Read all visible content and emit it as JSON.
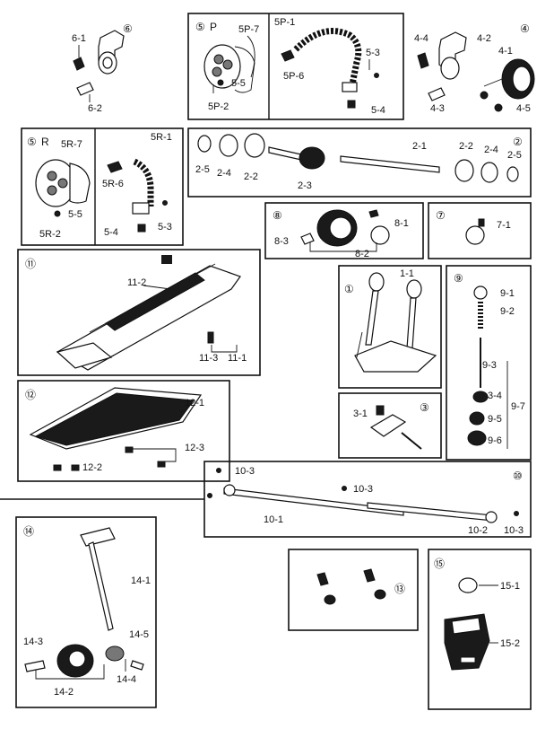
{
  "sections": [
    {
      "id": "s6",
      "num": "⑥",
      "labels": [
        "6-1",
        "6-2"
      ]
    },
    {
      "id": "s5p",
      "num": "⑤",
      "suffix": "P",
      "labels": [
        "5P-7",
        "5P-1",
        "5-5",
        "5P-2",
        "5P-6",
        "5-3",
        "5-4"
      ]
    },
    {
      "id": "s4",
      "num": "④",
      "labels": [
        "4-4",
        "4-2",
        "4-1",
        "4-3",
        "4-5"
      ]
    },
    {
      "id": "s5r",
      "num": "⑤",
      "suffix": "R",
      "labels": [
        "5R-7",
        "5R-1",
        "5R-6",
        "5-5",
        "5R-2",
        "5-4",
        "5-3"
      ]
    },
    {
      "id": "s2",
      "num": "②",
      "labels": [
        "2-5",
        "2-4",
        "2-2",
        "2-3",
        "2-1",
        "2-2",
        "2-4",
        "2-5"
      ]
    },
    {
      "id": "s8",
      "num": "⑧",
      "labels": [
        "8-1",
        "8-3",
        "8-2"
      ]
    },
    {
      "id": "s7",
      "num": "⑦",
      "labels": [
        "7-1"
      ]
    },
    {
      "id": "s11",
      "num": "⑪",
      "labels": [
        "11-2",
        "11-3",
        "11-1"
      ]
    },
    {
      "id": "s1",
      "num": "①",
      "labels": [
        "1-1"
      ]
    },
    {
      "id": "s9",
      "num": "⑨",
      "labels": [
        "9-1",
        "9-2",
        "9-3",
        "3-4",
        "9-7",
        "9-5",
        "9-6"
      ]
    },
    {
      "id": "s3",
      "num": "③",
      "labels": [
        "3-1"
      ]
    },
    {
      "id": "s12",
      "num": "⑫",
      "labels": [
        "12-1",
        "12-3",
        "12-2"
      ]
    },
    {
      "id": "s10",
      "num": "⑩",
      "labels": [
        "10-3",
        "10-3",
        "10-1",
        "10-2",
        "10-3"
      ]
    },
    {
      "id": "s14",
      "num": "⑭",
      "labels": [
        "14-1",
        "14-3",
        "14-5",
        "14-2",
        "14-4"
      ]
    },
    {
      "id": "s13",
      "num": "⑬",
      "labels": []
    },
    {
      "id": "s15",
      "num": "⑮",
      "labels": [
        "15-1",
        "15-2"
      ]
    }
  ],
  "icons": {
    "footboard": "footboard-plate-icon",
    "beater": "beater-icon",
    "spring": "spring-icon",
    "chain": "chain-icon",
    "cam": "sprocket-cam-icon",
    "clamp": "clamp-icon",
    "bolt": "bolt-icon",
    "axle": "axle-shaft-icon",
    "frame": "pedal-frame-icon",
    "key": "drum-key-icon",
    "heelplate": "heel-plate-icon",
    "cover": "cover-plate-icon"
  }
}
